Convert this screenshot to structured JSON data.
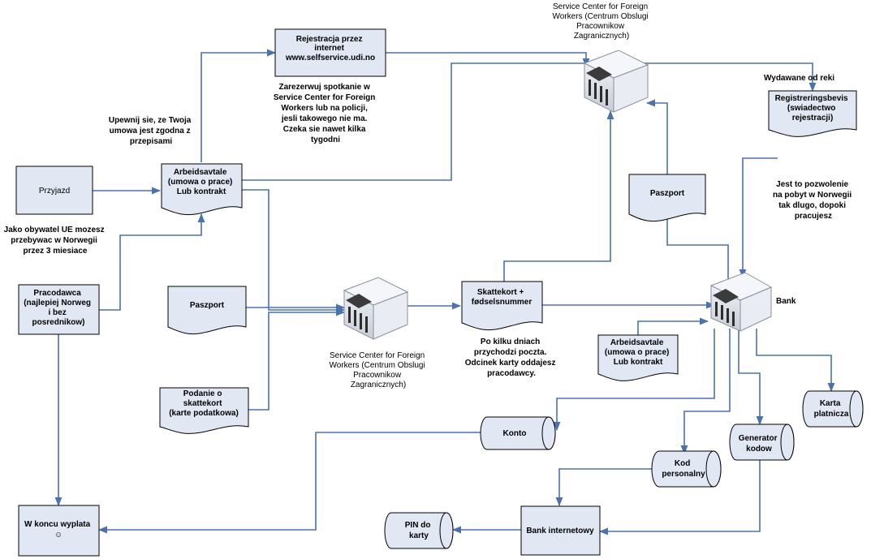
{
  "nodes": {
    "przyjazd": [
      "Przyjazd"
    ],
    "pracodawca": [
      "Pracodawca",
      "(najlepiej Norweg",
      "i bez",
      "posrednikow)"
    ],
    "wkoncu": [
      "W koncu wyplata",
      "☺"
    ],
    "arbeids1": [
      "Arbeidsavtale",
      "(umowa o prace)",
      "Lub kontrakt"
    ],
    "rejestracja": [
      "Rejestracja przez",
      "internet",
      "www.selfservice.udi.no"
    ],
    "paszport1": [
      "Paszport"
    ],
    "podanie": [
      "Podanie o",
      "skattekort",
      "(karte podatkowa)"
    ],
    "skattekort": [
      "Skattekort +",
      "fødselsnummer"
    ],
    "paszport2": [
      "Paszport"
    ],
    "registrering": [
      "Registreringsbevis",
      "(swiadectwo",
      "rejestracji)"
    ],
    "arbeids2": [
      "Arbeidsavtale",
      "(umowa o prace)",
      "Lub kontrakt"
    ],
    "konto": [
      "Konto"
    ],
    "kod": [
      "Kod",
      "personalny"
    ],
    "generator": [
      "Generator",
      "kodow"
    ],
    "karta": [
      "Karta",
      "platnicza"
    ],
    "pin": [
      "PIN do",
      "karty"
    ],
    "bankinternet": [
      "Bank internetowy"
    ]
  },
  "labels": {
    "sc_top": [
      "Service Center for Foreign",
      "Workers (Centrum Obslugi",
      "Pracownikow",
      "Zagranicznych)"
    ],
    "sc_mid": [
      "Service Center for Foreign",
      "Workers (Centrum Obslugi",
      "Pracownikow",
      "Zagranicznych)"
    ],
    "bank": [
      "Bank"
    ],
    "upewnij": [
      "Upewnij sie, ze Twoja",
      "umowa jest zgodna z",
      "przepisami"
    ],
    "jako": [
      "Jako obywatel UE mozesz",
      "przebywac w Norwegii",
      "przez 3 miesiace"
    ],
    "zarezerwuj": [
      "Zarezerwuj spotkanie w",
      "Service Center for Foreign",
      "Workers lub na policji,",
      "jesli takowego nie ma.",
      "Czeka sie nawet kilka",
      "tygodni"
    ],
    "wydawane": [
      "Wydawane  od reki"
    ],
    "jestto": [
      "Jest to pozwolenie",
      "na pobyt w Norwegii",
      "tak dlugo, dopoki",
      "pracujesz"
    ],
    "pokilku": [
      "Po kilku dniach",
      "przychodzi poczta.",
      "Odcinek karty oddajesz",
      "pracodawcy."
    ]
  },
  "colors": {
    "shape_fill": "#e1e8f4",
    "connector": "#4a72b0",
    "stroke": "#000000"
  }
}
